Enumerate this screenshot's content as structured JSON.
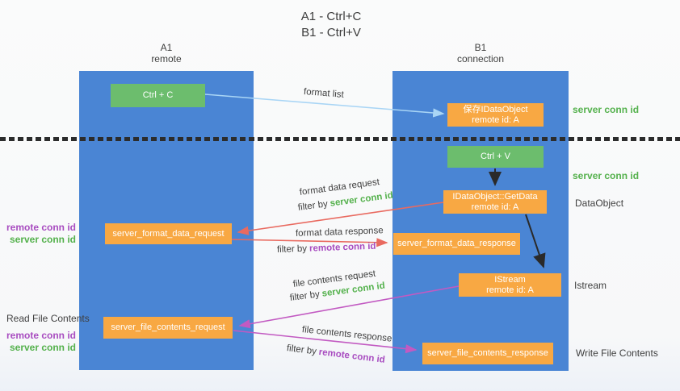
{
  "title": {
    "line1": "A1 - Ctrl+C",
    "line2": "B1 - Ctrl+V"
  },
  "columns": {
    "a1": {
      "name": "A1",
      "subtitle": "remote"
    },
    "b1": {
      "name": "B1",
      "subtitle": "connection"
    }
  },
  "nodes": {
    "ctrl_c": {
      "label": "Ctrl + C"
    },
    "save_dataobject": {
      "line1": "保存IDataObject",
      "line2": "remote id: A"
    },
    "ctrl_v": {
      "label": "Ctrl + V"
    },
    "getdata": {
      "line1": "IDataObject::GetData",
      "line2": "remote id: A"
    },
    "format_request": {
      "label": "server_format_data_request"
    },
    "format_response": {
      "label": "server_format_data_response"
    },
    "istream": {
      "line1": "IStream",
      "line2": "remote id: A"
    },
    "file_request": {
      "label": "server_file_contents_request"
    },
    "file_response": {
      "label": "server_file_contents_response"
    }
  },
  "annotations": {
    "server_conn_id_top": "server conn id",
    "server_conn_id_mid": "server conn id",
    "dataobject": "DataObject",
    "istream": "Istream",
    "write_file_contents": "Write File Contents",
    "read_file_contents": "Read File Contents",
    "left1_remote": "remote conn id",
    "left1_server": "server conn id",
    "left2_remote": "remote conn id",
    "left2_server": "server conn id"
  },
  "flow_labels": {
    "format_list": "format list",
    "format_data_request": "format data request",
    "filter_by_1": "filter by",
    "filter_by_1_id": "server conn id",
    "format_data_response": "format data response",
    "filter_by_2": "filter by",
    "filter_by_2_id": "remote conn id",
    "file_contents_request": "file contents request",
    "filter_by_3": "filter by",
    "filter_by_3_id": "server conn id",
    "file_contents_response": "file contents response",
    "filter_by_4": "filter by",
    "filter_by_4_id": "remote conn id"
  },
  "colors": {
    "column_blue": "#4a85d4",
    "box_green": "#6cbd6d",
    "box_orange": "#f8a843",
    "arrow_light_blue": "#a9d5f5",
    "arrow_black": "#2a2a2a",
    "arrow_red": "#e96a60",
    "arrow_magenta": "#c25ac2",
    "label_green": "#54b14c",
    "label_purple": "#a84cc0",
    "label_dark": "#3f3f3f"
  }
}
